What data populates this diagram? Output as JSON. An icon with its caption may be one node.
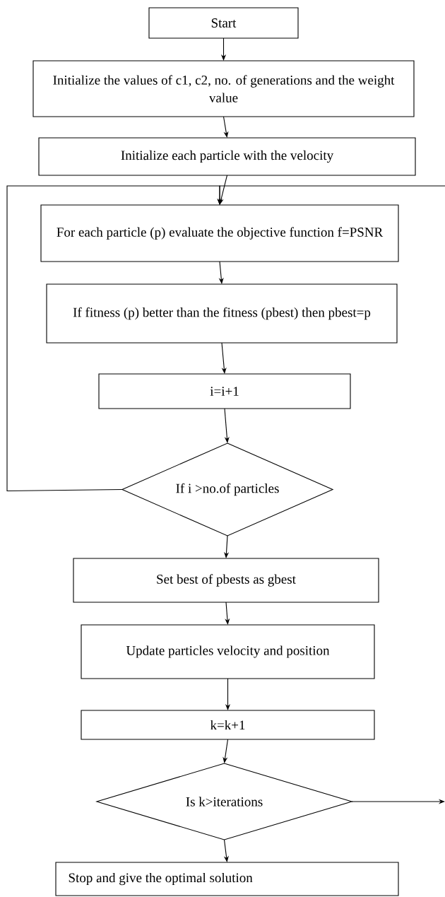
{
  "diagram": {
    "nodes": [
      {
        "text": [
          "Start"
        ]
      },
      {
        "text": [
          "Initialize the values of c1, c2, no. of generations and the weight value"
        ]
      },
      {
        "text": [
          "Initialize each particle with the velocity"
        ]
      },
      {
        "text": [
          "For each particle (p) evaluate the objective function f=PSNR"
        ]
      },
      {
        "text": [
          "If fitness (p) better than the fitness (pbest) then pbest=p"
        ]
      },
      {
        "text": [
          "i=i+1"
        ]
      },
      {
        "text": [
          "If i >no.of particles"
        ]
      },
      {
        "text": [
          "Set best of pbests as gbest"
        ]
      },
      {
        "text": [
          "Update particles velocity and position"
        ]
      },
      {
        "text": [
          "k=k+1"
        ]
      },
      {
        "text": [
          "Is k>iterations"
        ]
      },
      {
        "text": [
          "Stop and give the optimal solution"
        ]
      }
    ],
    "edges": [
      {
        "from": 0,
        "to": 1,
        "arrow": "to"
      },
      {
        "from": 1,
        "to": 2,
        "arrow": "to"
      },
      {
        "from": 2,
        "to": 3,
        "arrow": "to"
      },
      {
        "from": 3,
        "to": 4,
        "arrow": "to"
      },
      {
        "from": 4,
        "to": 5,
        "arrow": "to"
      },
      {
        "from": 5,
        "to": 6,
        "arrow": "to"
      },
      {
        "from": 6,
        "to": 7,
        "arrow": "to"
      },
      {
        "from": 7,
        "to": 8,
        "arrow": "to"
      },
      {
        "from": 8,
        "to": 9,
        "arrow": "to"
      },
      {
        "from": 9,
        "to": 10,
        "arrow": "to"
      },
      {
        "from": 10,
        "to": 11,
        "arrow": "to"
      },
      {
        "from": 6,
        "to": 3,
        "arrow": "to"
      },
      {
        "from": 10,
        "to": null,
        "arrow": "to"
      },
      {
        "from": null,
        "to": 3,
        "arrow": "to"
      }
    ]
  }
}
